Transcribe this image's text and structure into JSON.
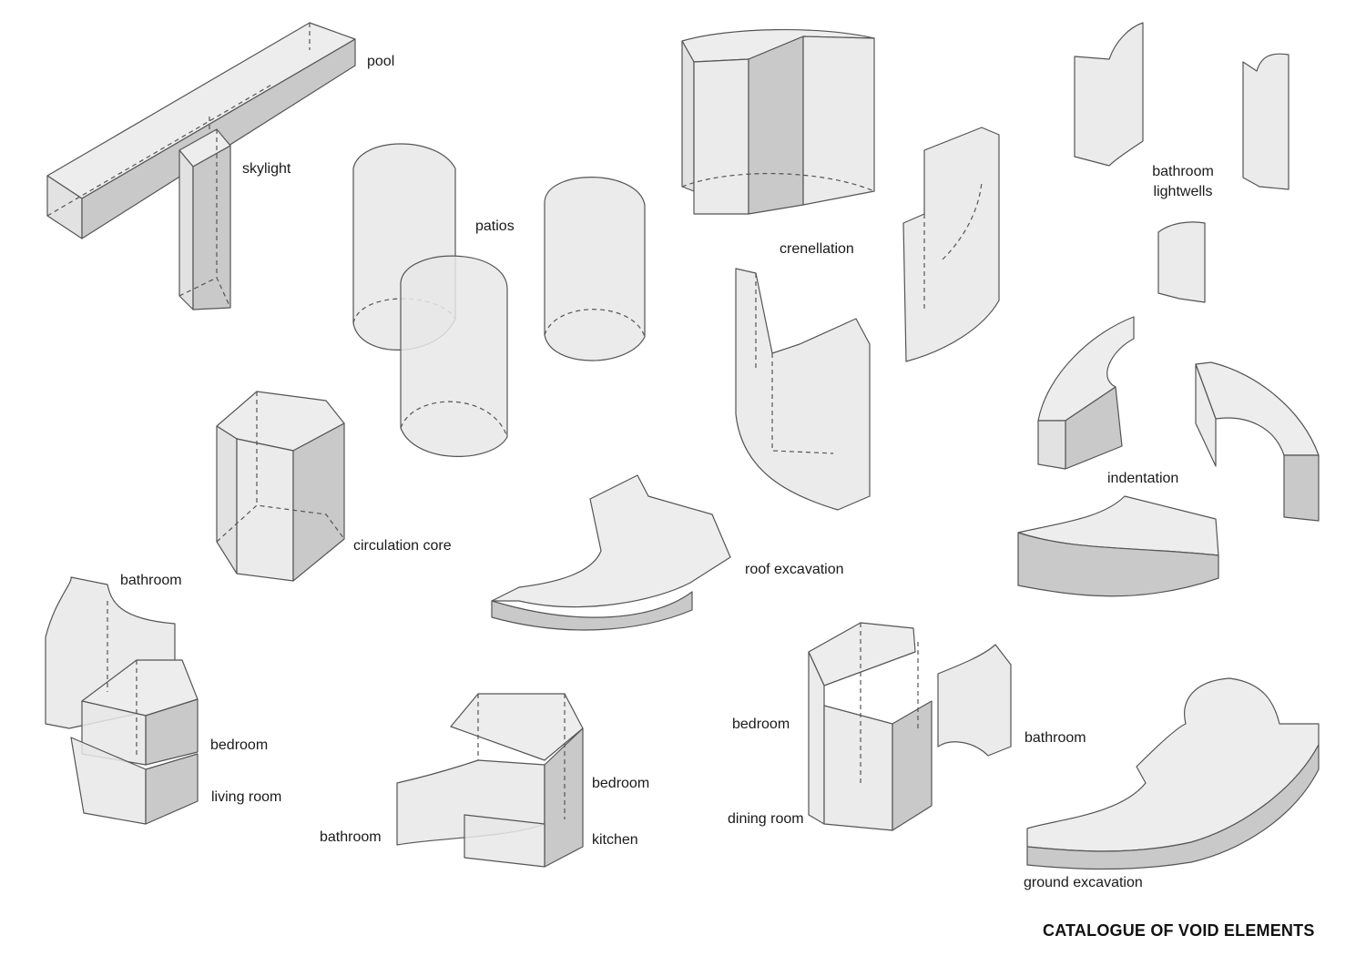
{
  "title": "CATALOGUE OF VOID ELEMENTS",
  "labels": {
    "pool": "pool",
    "skylight": "skylight",
    "patios": "patios",
    "crenellation": "crenellation",
    "bathroom_lightwells_1": "bathroom",
    "bathroom_lightwells_2": "lightwells",
    "indentation": "indentation",
    "circulation_core": "circulation core",
    "roof_excavation": "roof excavation",
    "a_bathroom": "bathroom",
    "a_bedroom": "bedroom",
    "a_living_room": "living room",
    "b_bedroom": "bedroom",
    "b_bathroom": "bathroom",
    "b_kitchen": "kitchen",
    "c_bedroom": "bedroom",
    "c_bathroom": "bathroom",
    "c_dining_room": "dining room",
    "ground_excavation": "ground excavation"
  }
}
